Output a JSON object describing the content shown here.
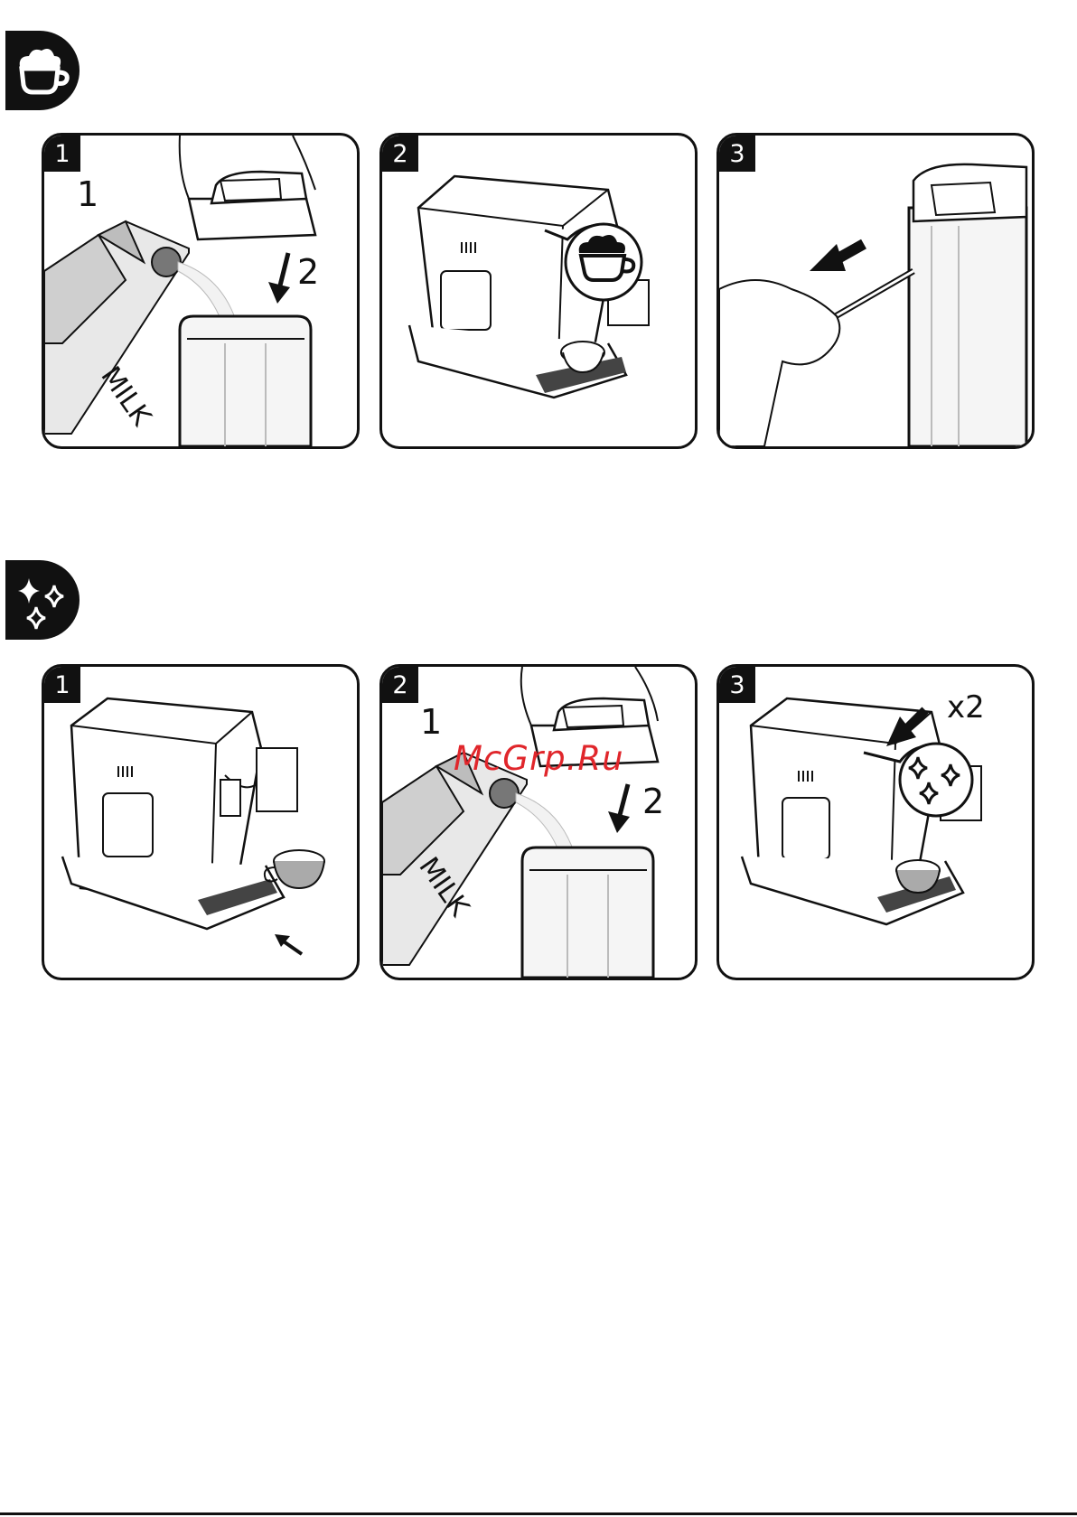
{
  "sections": [
    {
      "icon": "cappuccino-cup-icon",
      "steps": [
        {
          "number": "1",
          "sub_labels": [
            "1",
            "2"
          ],
          "carton_text": "MILK"
        },
        {
          "number": "2"
        },
        {
          "number": "3"
        }
      ]
    },
    {
      "icon": "sparkle-clean-icon",
      "steps": [
        {
          "number": "1"
        },
        {
          "number": "2",
          "sub_labels": [
            "1",
            "2"
          ],
          "carton_text": "MILK"
        },
        {
          "number": "3",
          "repeat_label": "x2"
        }
      ]
    }
  ],
  "watermark": "McGrp.Ru"
}
